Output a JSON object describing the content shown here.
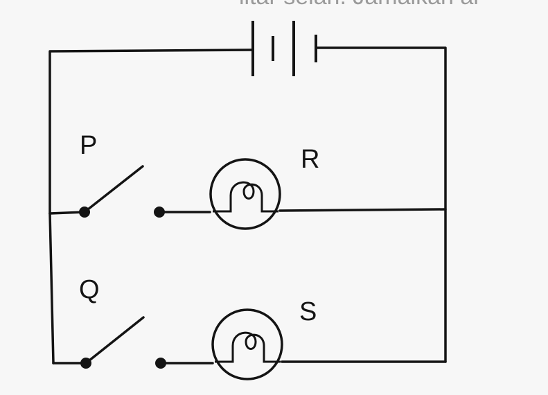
{
  "top_text": "litar selari. Jamalkan ar",
  "labels": {
    "switch_p": "P",
    "switch_q": "Q",
    "bulb_r": "R",
    "bulb_s": "S"
  },
  "colors": {
    "ink": "#141414",
    "paper": "#f7f7f7",
    "faint_text": "#9a9a9a"
  }
}
